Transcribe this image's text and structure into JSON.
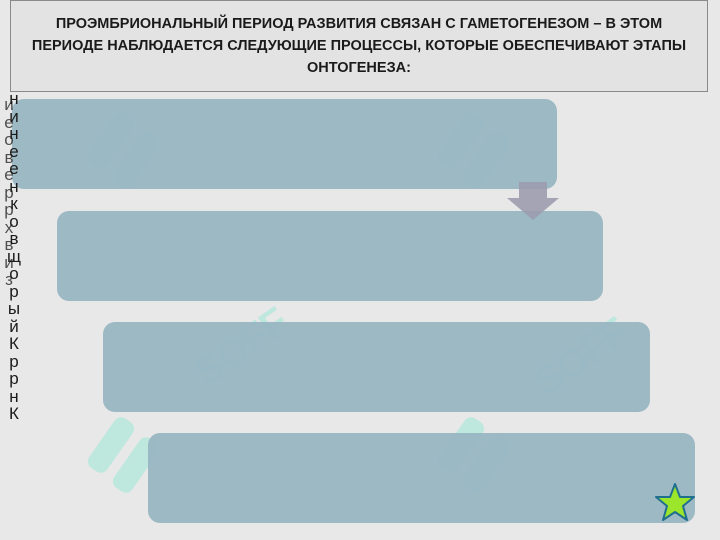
{
  "slide": {
    "title": "ПРОЭМБРИОНАЛЬНЫЙ ПЕРИОД РАЗВИТИЯ СВЯЗАН С ГАМЕТОГЕНЕЗОМ – В ЭТОМ ПЕРИОДЕ НАБЛЮДАЕТСЯ СЛЕДУЮЩИЕ ПРОЦЕССЫ, КОТОРЫЕ ОБЕСПЕЧИВАЮТ ЭТАПЫ ОНТОГЕНЕЗА:",
    "steps": [
      "",
      "",
      "",
      ""
    ],
    "vertical_text_a": "нинеенков щорыйК ррн К",
    "vertical_text_b": "иеоверрхвиз",
    "watermark_text": "SOFF",
    "nav_icon": "star-icon"
  },
  "colors": {
    "background": "#e8e8e8",
    "step_fill": "#98b6c2",
    "arrow": "#9c9cae",
    "watermark": "#2ee6b8",
    "star_fill": "#9be52a",
    "star_stroke": "#1f6f8f"
  }
}
